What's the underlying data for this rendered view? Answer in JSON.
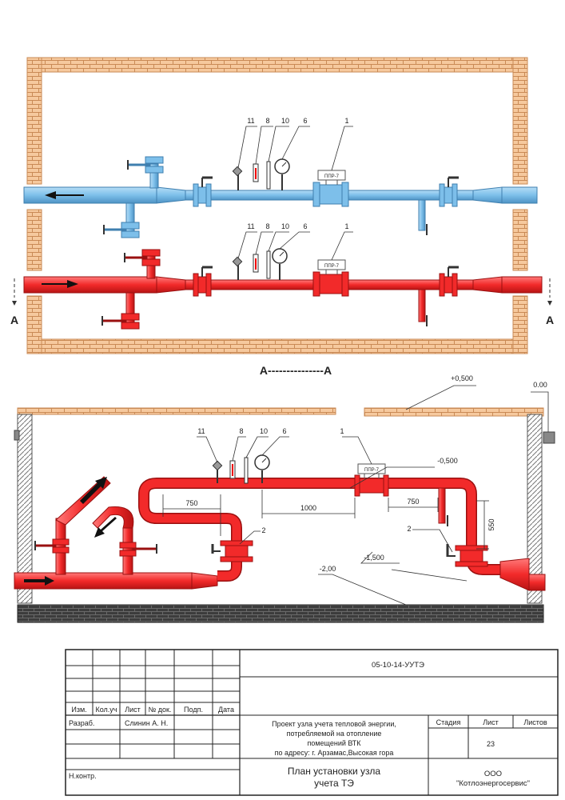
{
  "colors": {
    "brick": "#F6C99E",
    "brick_mortar": "#C98A55",
    "return_pipe": "#7DBFEA",
    "return_pipe_edge": "#3F7FAF",
    "supply_pipe": "#F22A2A",
    "supply_pipe_edge": "#9A1010",
    "floor": "#3C3C3C",
    "arrow": "#111111"
  },
  "plan": {
    "return_line_labels": [
      "11",
      "8",
      "10",
      "6",
      "1"
    ],
    "supply_line_labels": [
      "11",
      "8",
      "10",
      "6",
      "1"
    ],
    "meter_label_top": "ППР-7",
    "meter_label_bottom": "ППР-7",
    "section_mark_left": "A",
    "section_mark_right": "A"
  },
  "section_title": "A---------------A",
  "section": {
    "level_roof": "+0,500",
    "level_ground": "0.00",
    "level_meter": "-0,500",
    "level_bottom": "-1,500",
    "level_floor": "-2,00",
    "dim_750_left": "750",
    "dim_1000": "1000",
    "dim_750_right": "750",
    "dim_550": "550",
    "labels": [
      "11",
      "8",
      "10",
      "6",
      "1"
    ],
    "meter_label": "ППР-7",
    "valve_left_label": "2",
    "valve_right_label": "2"
  },
  "title_block": {
    "doc_code": "05-10-14-УУТЭ",
    "col_izm": "Изм.",
    "col_koluch": "Кол.уч",
    "col_list": "Лист",
    "col_ndok": "№ док.",
    "col_podp": "Подп.",
    "col_data": "Дата",
    "row_razrab": "Разраб.",
    "razrab_name": "Слинин А. Н.",
    "row_nkontr": "Н.контр.",
    "project_line1": "Проект узла учета тепловой энергии,",
    "project_line2": "потребляемой на отопление",
    "project_line3": "помещений ВТК",
    "project_line4": "по адресу: г. Арзамас,Высокая гора",
    "stage_header": "Стадия",
    "sheet_header": "Лист",
    "sheets_header": "Листов",
    "sheet_value": "23",
    "drawing_title_line1": "План установки узла",
    "drawing_title_line2": "учета ТЭ",
    "company_line1": "ООО",
    "company_line2": "\"Котлоэнергосервис\""
  }
}
